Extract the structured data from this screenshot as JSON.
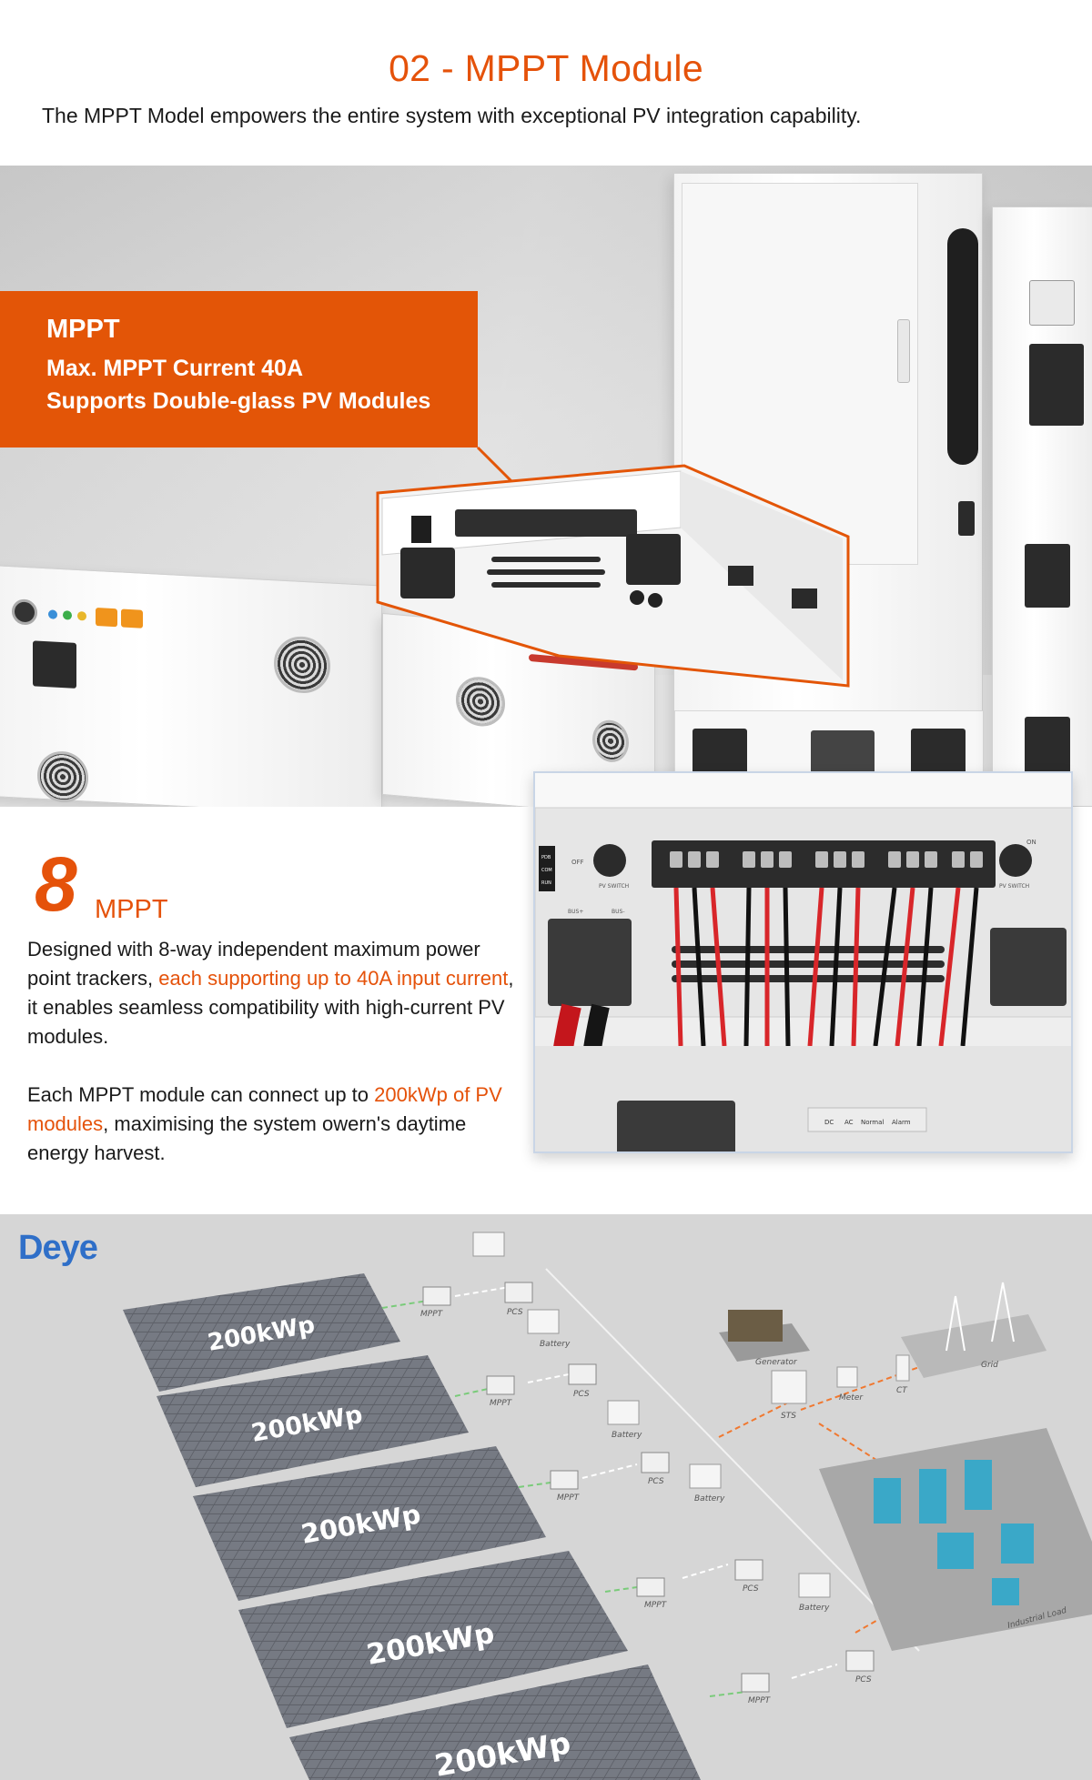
{
  "header": {
    "title": "02 - MPPT Module",
    "subtitle": "The MPPT Model empowers the entire system with exceptional PV integration capability."
  },
  "callout": {
    "title": "MPPT",
    "line1": "Max. MPPT Current 40A",
    "line2": "Supports Double-glass PV Modules"
  },
  "features": {
    "count": "8",
    "count_label": "MPPT",
    "para1": {
      "before": "Designed with 8-way independent maximum power point trackers, ",
      "highlight": "each supporting up to 40A input current",
      "after": ", it enables seamless compatibility with high-current PV modules."
    },
    "para2": {
      "before": "Each MPPT module can connect up to ",
      "highlight": "200kWp of PV modules",
      "after": ",  maximising the system owern's daytime energy harvest."
    }
  },
  "closeup_labels": {
    "pv_switch_left": "PV SWITCH",
    "pv_switch_right": "PV SWITCH",
    "bus_pos": "BUS+",
    "bus_neg": "BUS-",
    "status": [
      "DC",
      "AC",
      "Normal",
      "Alarm"
    ],
    "leds": [
      "PDB",
      "COM",
      "RUN"
    ],
    "off": "OFF",
    "on": "ON"
  },
  "diagram": {
    "logo": "Deye",
    "pv_arrays": [
      "200kWp",
      "200kWp",
      "200kWp",
      "200kWp",
      "200kWp"
    ],
    "nodes": {
      "mppt": "MPPT",
      "pcs": "PCS",
      "battery": "Battery",
      "generator": "Generator",
      "sts": "STS",
      "meter": "Meter",
      "ct": "CT",
      "grid": "Grid",
      "industrial_load": "Industrial Load"
    }
  },
  "colors": {
    "accent": "#e5520a",
    "callout_bg": "#e35507",
    "logo_blue": "#2f6fc8",
    "cable_red": "#d8262a"
  }
}
